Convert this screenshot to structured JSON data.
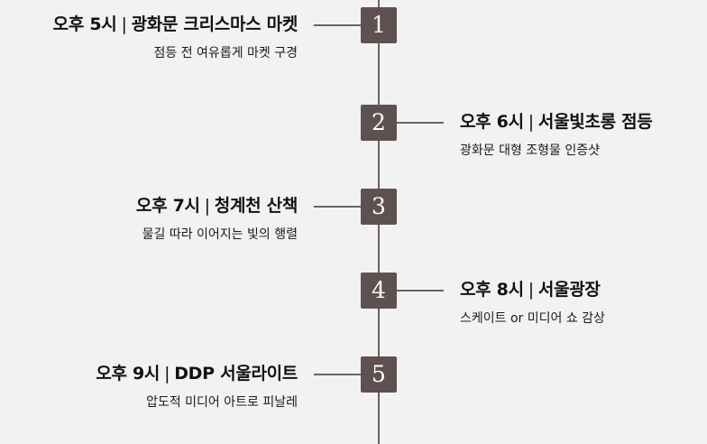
{
  "colors": {
    "background": "#f2f2f2",
    "box": "#5f5052",
    "line": "#6f6264",
    "text": "#111111"
  },
  "timeline": {
    "steps": [
      {
        "number": "1",
        "side": "left",
        "time": "오후 5시",
        "separator": "|",
        "place": "광화문 크리스마스 마켓",
        "description": "점등 전 여유롭게 마켓 구경"
      },
      {
        "number": "2",
        "side": "right",
        "time": "오후 6시",
        "separator": "|",
        "place": "서울빛초롱 점등",
        "description": "광화문 대형 조형물 인증샷"
      },
      {
        "number": "3",
        "side": "left",
        "time": "오후 7시",
        "separator": "|",
        "place": "청계천 산책",
        "description": "물길 따라 이어지는 빛의 행렬"
      },
      {
        "number": "4",
        "side": "right",
        "time": "오후 8시",
        "separator": "|",
        "place": "서울광장",
        "description": "스케이트 or 미디어 쇼 감상"
      },
      {
        "number": "5",
        "side": "left",
        "time": "오후 9시",
        "separator": "|",
        "place": "DDP 서울라이트",
        "description": "압도적 미디어 아트로 피날레"
      }
    ]
  }
}
